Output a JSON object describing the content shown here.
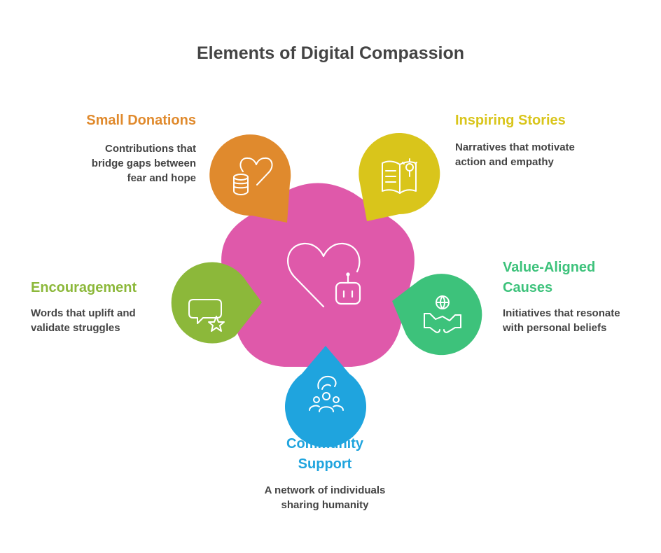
{
  "title": "Elements of Digital Compassion",
  "colors": {
    "center": "#df59aa",
    "small_donations": "#e08a2d",
    "inspiring_stories": "#d9c51b",
    "value_aligned_causes": "#3dc27b",
    "community_support": "#1fa4de",
    "encouragement": "#8cb83a",
    "text": "#444444"
  },
  "center": {
    "icon": "heart-robot-icon"
  },
  "items": {
    "small_donations": {
      "label": "Small Donations",
      "desc": [
        "Contributions that",
        "bridge gaps between",
        "fear and hope"
      ],
      "icon": "heart-coins-icon"
    },
    "inspiring_stories": {
      "label": "Inspiring Stories",
      "desc": [
        "Narratives that motivate",
        "action and empathy"
      ],
      "icon": "book-lightbulb-icon"
    },
    "value_aligned_causes": {
      "label": [
        "Value-Aligned",
        "Causes"
      ],
      "desc": [
        "Initiatives that resonate",
        "with personal beliefs"
      ],
      "icon": "globe-handshake-icon"
    },
    "community_support": {
      "label": [
        "Community",
        "Support"
      ],
      "desc": [
        "A network of individuals",
        "sharing humanity"
      ],
      "icon": "hand-people-icon"
    },
    "encouragement": {
      "label": "Encouragement",
      "desc": [
        "Words that uplift and",
        "validate struggles"
      ],
      "icon": "speech-star-icon"
    }
  }
}
